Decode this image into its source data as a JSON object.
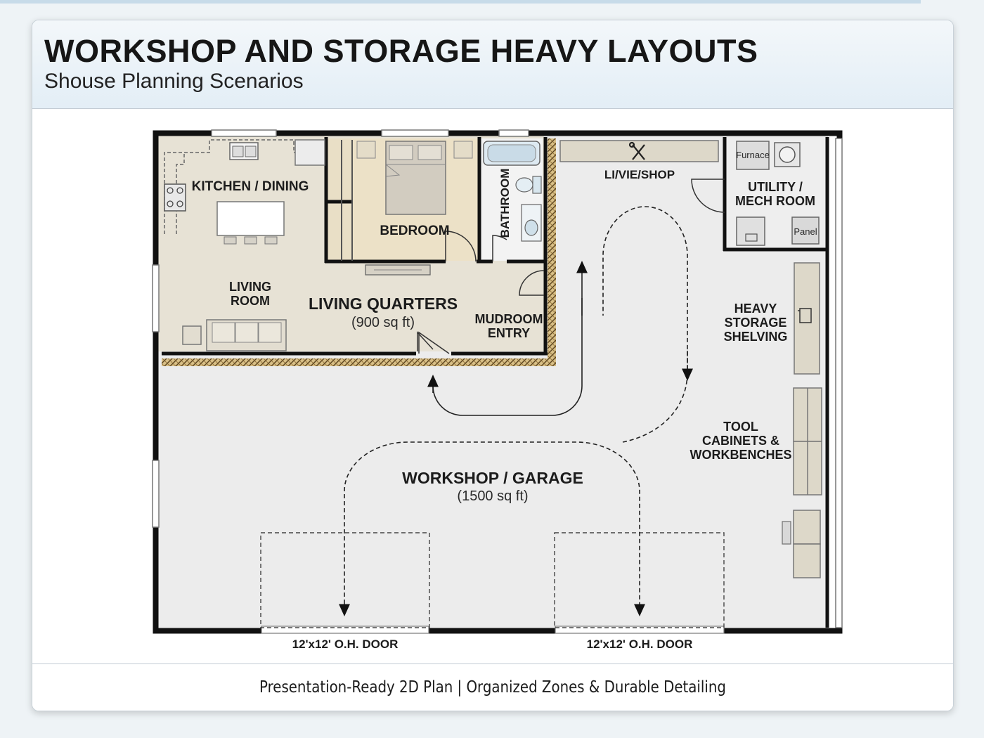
{
  "header": {
    "title": "WORKSHOP AND STORAGE HEAVY LAYOUTS",
    "subtitle": "Shouse Planning Scenarios"
  },
  "plan": {
    "rooms": {
      "kitchen": "KITCHEN / DINING",
      "bedroom": "BEDROOM",
      "bathroom": "BATHROOM",
      "living_line1": "LIVING",
      "living_line2": "ROOM",
      "living_quarters": "LIVING QUARTERS",
      "living_quarters_area": "(900 sq ft)",
      "mudroom_line1": "MUDROOM",
      "mudroom_line2": "ENTRY",
      "lane_shop": "LI/VIE/SHOP",
      "utility_line1": "UTILITY /",
      "utility_line2": "MECH ROOM",
      "furnace": "Furnace",
      "panel": "Panel",
      "heavy_line1": "HEAVY",
      "heavy_line2": "STORAGE",
      "heavy_line3": "SHELVING",
      "tool_line1": "TOOL",
      "tool_line2": "CABINETS &",
      "tool_line3": "WORKBENCHES",
      "workshop": "WORKSHOP / GARAGE",
      "workshop_area": "(1500 sq ft)"
    },
    "doors": {
      "left": "12'x12' O.H. DOOR",
      "right": "12'x12' O.H. DOOR"
    }
  },
  "footer": {
    "text": "Presentation-Ready 2D Plan | Organized Zones & Durable Detailing"
  },
  "colors": {
    "living_floor": "#e7e2d5",
    "bedroom_floor": "#ece1c7",
    "workshop_floor": "#ececec",
    "wall": "#111111",
    "insulation": "#c9a86a"
  }
}
